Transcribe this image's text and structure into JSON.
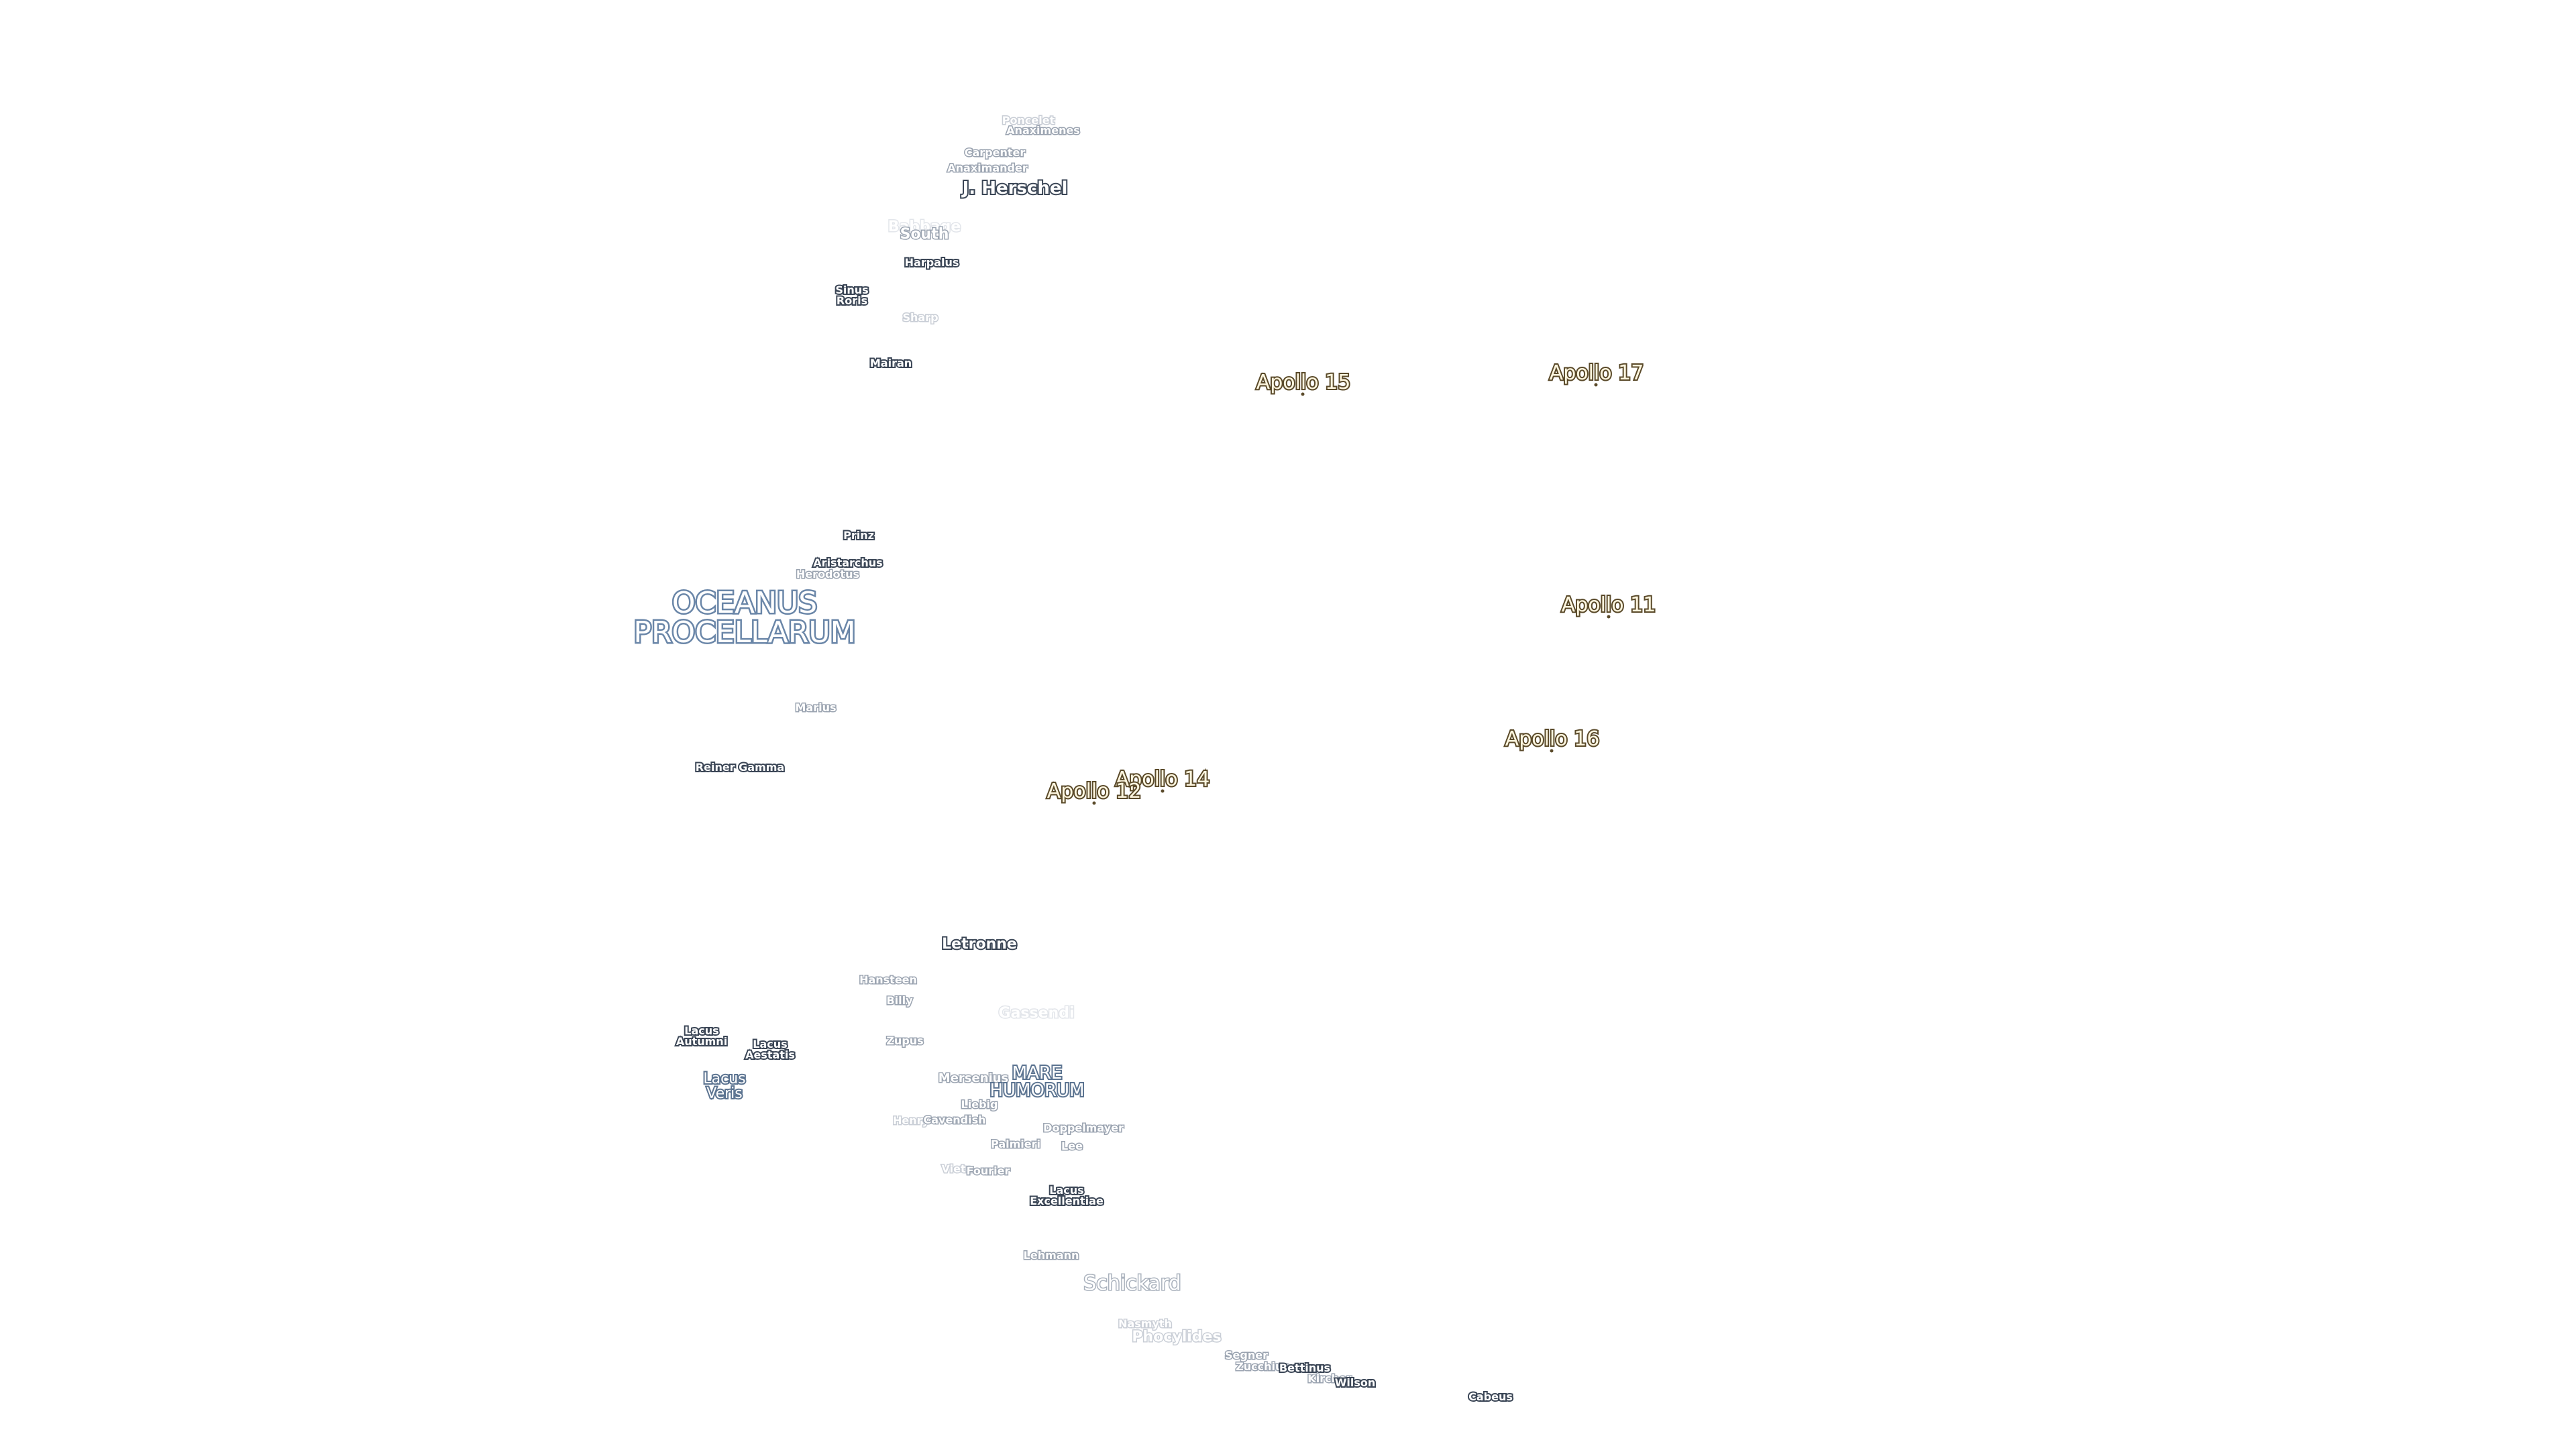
{
  "labels": {
    "poncelet": "Poncelet",
    "anaximenes": "Anaximenes",
    "carpenter": "Carpenter",
    "anaximander": "Anaximander",
    "j_herschel": "J. Herschel",
    "babbage": "Babbage",
    "south": "South",
    "harpalus": "Harpalus",
    "sinus_roris": [
      "Sinus",
      "Roris"
    ],
    "sharp": "Sharp",
    "mairan": "Mairan",
    "prinz": "Prinz",
    "aristarchus": "Aristarchus",
    "herodotus": "Herodotus",
    "oceanus_procellarum": [
      "OCEANUS",
      "PROCELLARUM"
    ],
    "marius": "Marius",
    "reiner_gamma": "Reiner Gamma",
    "letronne": "Letronne",
    "hansteen": "Hansteen",
    "billy": "Billy",
    "gassendi": "Gassendi",
    "zupus": "Zupus",
    "lacus_autumni": [
      "Lacus",
      "Autumni"
    ],
    "lacus_aestatis": [
      "Lacus",
      "Aestatis"
    ],
    "lacus_veris": [
      "Lacus",
      "Veris"
    ],
    "mersenius": "Mersenius",
    "mare_humorum": [
      "MARE",
      "HUMORUM"
    ],
    "liebig": "Liebig",
    "henry": "Henry",
    "cavendish": "Cavendish",
    "doppelmayer": "Doppelmayer",
    "palmieri": "Palmieri",
    "lee": "Lee",
    "vieta": "Vieta",
    "fourier": "Fourier",
    "lacus_excellentiae": [
      "Lacus",
      "Excellentiae"
    ],
    "lehmann": "Lehmann",
    "schickard": "Schickard",
    "nasmyth": "Nasmyth",
    "phocylides": "Phocylides",
    "segner": "Segner",
    "zucchius": "Zucchius",
    "bettinus": "Bettinus",
    "kircher": "Kircher",
    "wilson": "Wilson",
    "cabeus": "Cabeus"
  },
  "apollo": {
    "a11": "Apollo 11",
    "a12": "Apollo 12",
    "a14": "Apollo 14",
    "a15": "Apollo 15",
    "a16": "Apollo 16",
    "a17": "Apollo 17"
  },
  "colors": {
    "background": "#ffffff",
    "crater_outline": "#3b4656",
    "sea_outline": "#5c7491",
    "apollo_outline": "#5a4a2a",
    "apollo_fill": "#fff7e0"
  }
}
